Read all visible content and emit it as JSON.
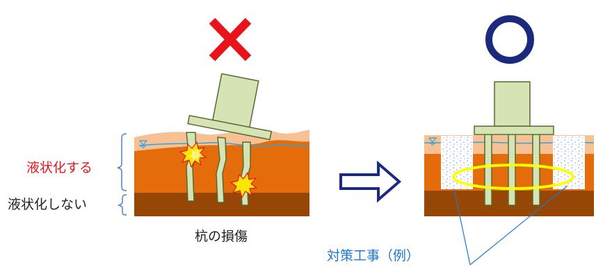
{
  "labels": {
    "liquefies": "液状化する",
    "not_liquefies": "液状化しない",
    "pile_damage": "杭の損傷",
    "countermeasure": "対策工事（例）"
  },
  "marks": {
    "bad": "×",
    "good": "○"
  },
  "colors": {
    "bad_red": "#e8141b",
    "good_navy": "#1b2a7d",
    "accent_red": "#e8141b",
    "caption_blue": "#1f77d0",
    "text_dark": "#222222",
    "topsoil": "#f7c193",
    "liquefiable_soil": "#e46c0a",
    "firm_soil": "#974705",
    "pile_green": "#d6e3b5",
    "ring_yellow": "#ffff00",
    "water_line": "#2aa7e0",
    "bracket_blue": "#4f81bd"
  }
}
